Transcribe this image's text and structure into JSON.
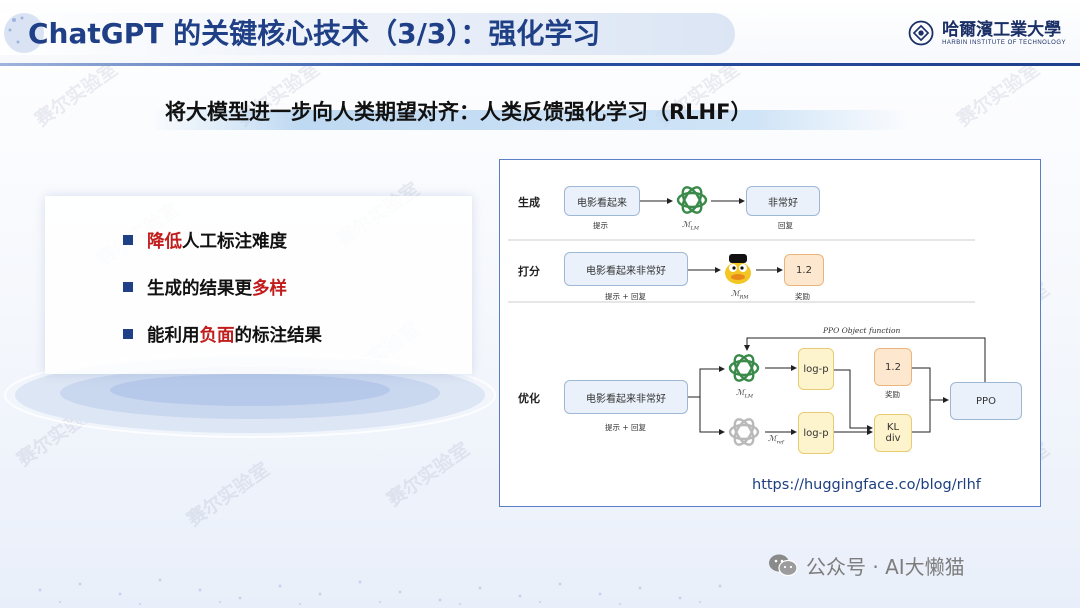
{
  "header": {
    "title": "ChatGPT 的关键核心技术（3/3）：",
    "title_accent": "强化学习",
    "logo_name": "哈爾濱工業大學",
    "logo_sub": "HARBIN INSTITUTE OF TECHNOLOGY"
  },
  "subtitle": "将大模型进一步向人类期望对齐：人类反馈强化学习（RLHF）",
  "bullets": [
    {
      "red": "降低",
      "rest": "人工标注难度",
      "pre": ""
    },
    {
      "pre": "生成的结果更",
      "red": "多样",
      "rest": ""
    },
    {
      "pre": "能利用",
      "red": "负面",
      "rest": "的标注结果"
    }
  ],
  "diagram": {
    "rows": {
      "gen": "生成",
      "score": "打分",
      "opt": "优化"
    },
    "gen": {
      "prompt": "电影看起来",
      "prompt_cap": "提示",
      "model_cap": "ℳ",
      "model_sub": "LM",
      "reply": "非常好",
      "reply_cap": "回复"
    },
    "score": {
      "input": "电影看起来非常好",
      "input_cap": "提示 + 回复",
      "model_cap": "ℳ",
      "model_sub": "RM",
      "reward": "1.2",
      "reward_cap": "奖励"
    },
    "opt": {
      "input": "电影看起来非常好",
      "input_cap": "提示 + 回复",
      "lm_cap": "ℳ",
      "lm_sub": "LM",
      "ref_cap": "ℳ",
      "ref_sub": "ref",
      "logp1": "log-p",
      "logp2": "log-p",
      "reward": "1.2",
      "reward_cap": "奖励",
      "kl1": "KL",
      "kl2": "div",
      "ppo": "PPO",
      "ppo_func": "PPO Object function"
    },
    "url": "https://huggingface.co/blog/rlhf"
  },
  "watermark": {
    "text": "赛尔实验室",
    "footer": "公众号 · AI大懒猫"
  },
  "colors": {
    "title_blue": "#1f3f86",
    "accent_red": "#c21d1d",
    "frame_blue": "#5a7fc4",
    "openai_green": "#3a8a4a"
  }
}
